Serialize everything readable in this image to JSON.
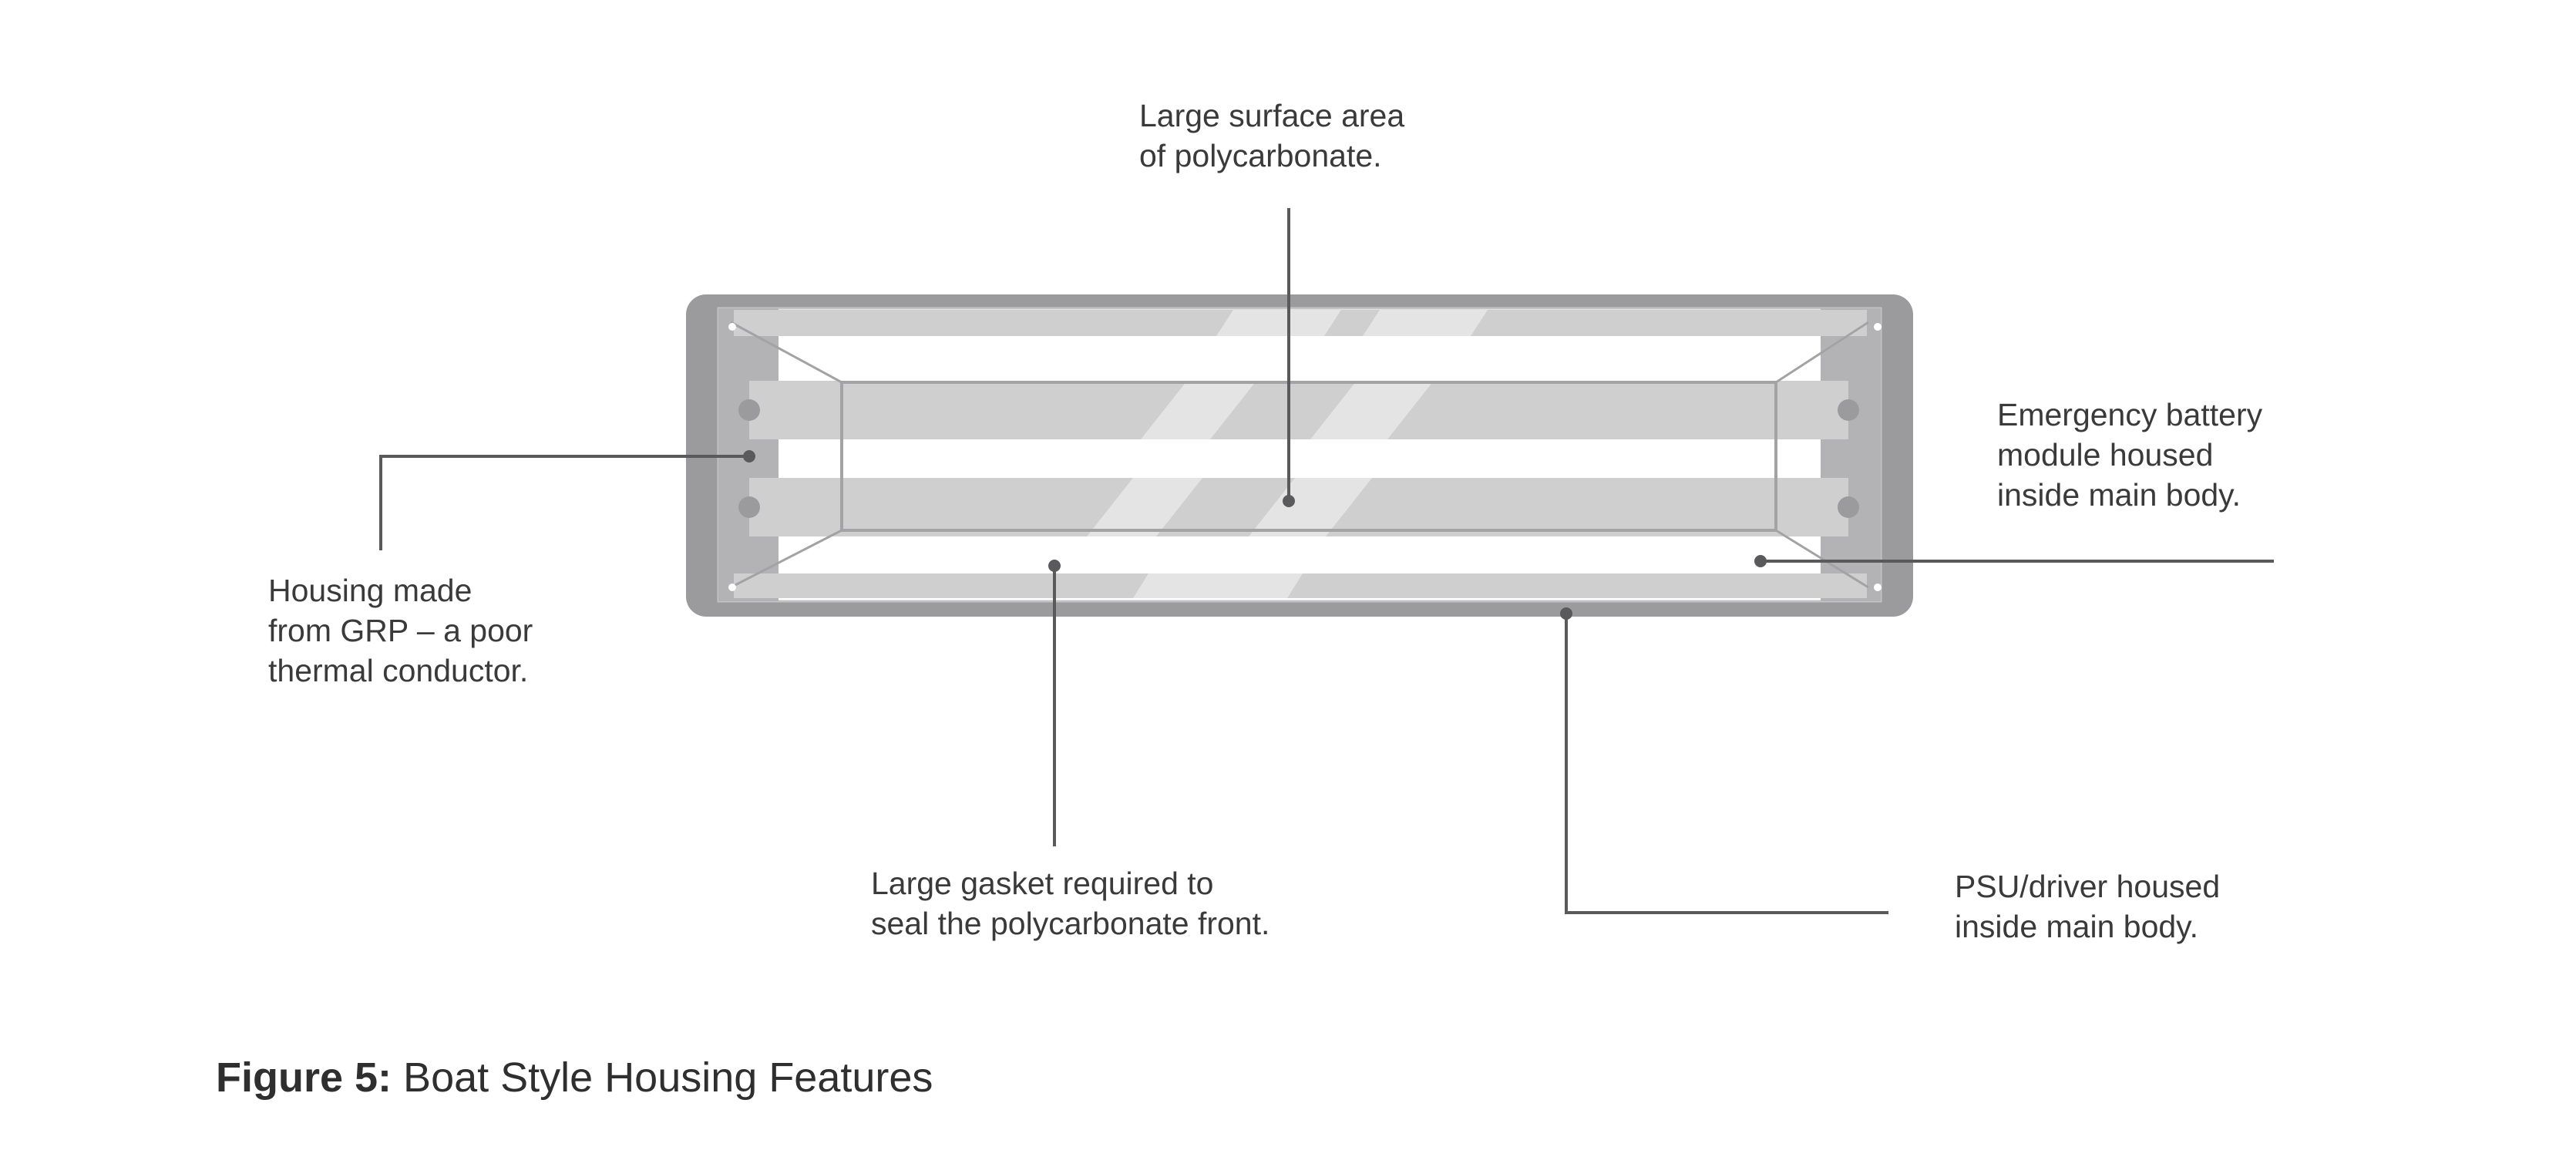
{
  "colors": {
    "frame": "#9b9b9d",
    "frame_inner": "#b3b3b5",
    "bar": "#cfcfd0",
    "highlight": "#e4e4e5",
    "leader": "#5a5a5c",
    "text": "#3a3a3a"
  },
  "callouts": {
    "surface": {
      "lines": [
        "Large surface area",
        "of polycarbonate."
      ]
    },
    "housing": {
      "lines": [
        "Housing made",
        "from GRP – a poor",
        "thermal conductor."
      ]
    },
    "battery": {
      "lines": [
        "Emergency battery",
        "module housed",
        "inside main body."
      ]
    },
    "gasket": {
      "lines": [
        "Large gasket required to",
        "seal the polycarbonate front."
      ]
    },
    "psu": {
      "lines": [
        "PSU/driver housed",
        "inside main body."
      ]
    }
  },
  "caption": {
    "prefix": "Figure 5:",
    "text": "Boat Style Housing Features"
  }
}
